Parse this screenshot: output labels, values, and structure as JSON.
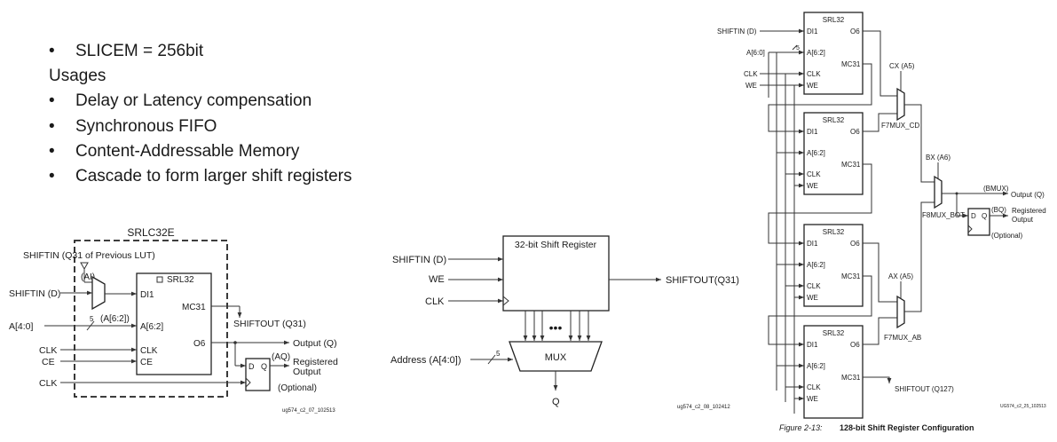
{
  "bullets": {
    "item1": "SLICEM = 256bit",
    "usages": "Usages",
    "item2": "Delay or Latency compensation",
    "item3": "Synchronous FIFO",
    "item4": "Content-Addressable Memory",
    "item5": "Cascade to form larger shift registers"
  },
  "d1": {
    "title": "SRLC32E",
    "prev": "SHIFTIN (Q31 of Previous LUT)",
    "ai": "(AI)",
    "shiftin": "SHIFTIN (D)",
    "a40": "A[4:0]",
    "five": "5",
    "a62p": "(A[6:2])",
    "clk": "CLK",
    "ce": "CE",
    "clk2": "CLK",
    "srl": "SRL32",
    "di1": "DI1",
    "a62": "A[6:2]",
    "pclk": "CLK",
    "pce": "CE",
    "mc31": "MC31",
    "o6": "O6",
    "shiftout": "SHIFTOUT (Q31)",
    "outq": "Output (Q)",
    "aq": "(AQ)",
    "reg": "Registered",
    "output": "Output",
    "d": "D",
    "q": "Q",
    "optional": "(Optional)",
    "code": "ug574_c2_07_102513"
  },
  "d2": {
    "title": "32-bit Shift Register",
    "shiftin": "SHIFTIN (D)",
    "we": "WE",
    "clk": "CLK",
    "shiftout": "SHIFTOUT(Q31)",
    "dots": "•••",
    "mux": "MUX",
    "address": "Address (A[4:0])",
    "five": "5",
    "q": "Q",
    "code": "ug574_c2_08_102412"
  },
  "d3": {
    "srl": "SRL32",
    "di1": "DI1",
    "a62": "A[6:2]",
    "clk": "CLK",
    "we": "WE",
    "o6": "O6",
    "mc31": "MC31",
    "shiftin": "SHIFTIN (D)",
    "a60": "A[6:0]",
    "five": "5",
    "inclk": "CLK",
    "inwe": "WE",
    "cx": "CX (A5)",
    "bx": "BX (A6)",
    "ax": "AX (A5)",
    "f7cd": "F7MUX_CD",
    "f7ab": "F7MUX_AB",
    "f8": "F8MUX_BOT",
    "bmux": "(BMUX)",
    "outq": "Output (Q)",
    "bq": "(BQ)",
    "reg": "Registered",
    "output": "Output",
    "d": "D",
    "q": "Q",
    "optional": "(Optional)",
    "shiftout": "SHIFTOUT (Q127)",
    "code": "UG574_c2_25_102513",
    "caption_fig": "Figure 2-13:",
    "caption_text": "128-bit Shift Register Configuration"
  }
}
